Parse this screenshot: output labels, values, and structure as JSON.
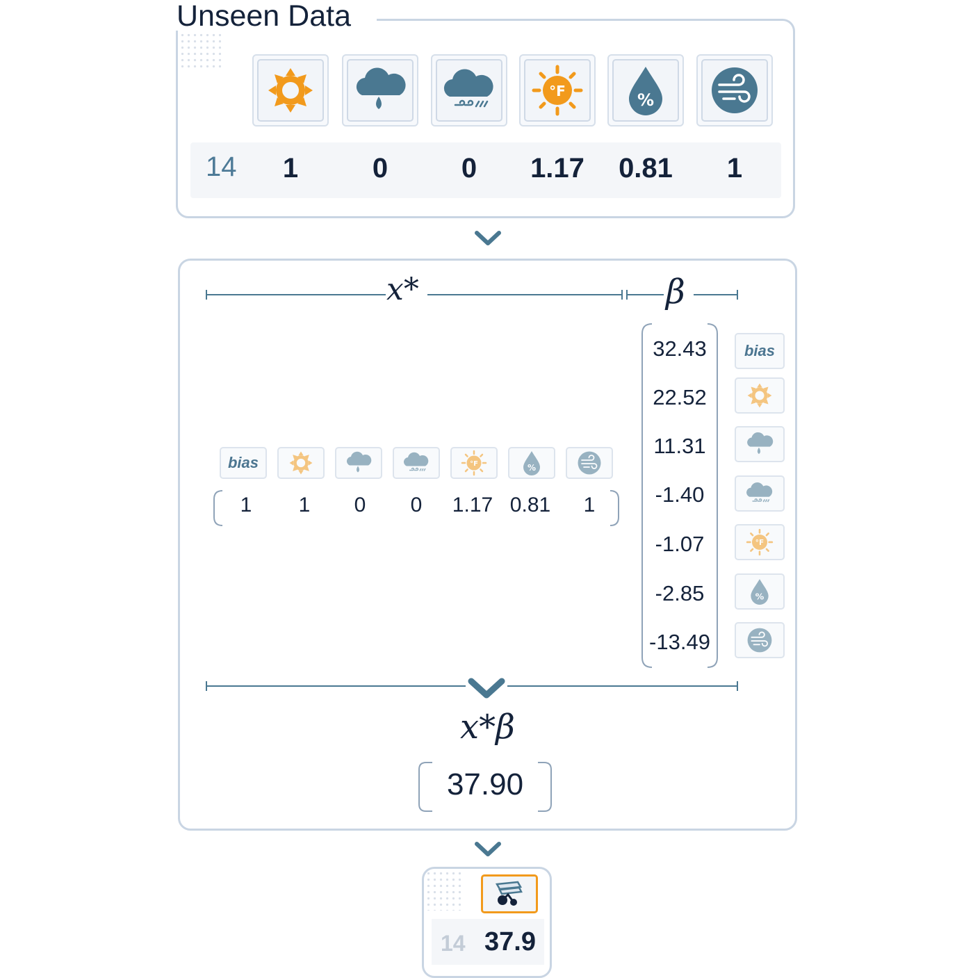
{
  "unseen_panel": {
    "title": "Unseen Data",
    "row_index": "14",
    "features": [
      {
        "icon": "sun-icon",
        "value": "1",
        "color": "#f29a1c"
      },
      {
        "icon": "cloud-rain-icon",
        "value": "0",
        "color": "#4a7891"
      },
      {
        "icon": "cloud-wind-rain-icon",
        "value": "0",
        "color": "#4a7891"
      },
      {
        "icon": "fahrenheit-sun-icon",
        "value": "1.17",
        "color": "#f29a1c"
      },
      {
        "icon": "humidity-drop-icon",
        "value": "0.81",
        "color": "#4a7891"
      },
      {
        "icon": "wind-icon",
        "value": "1",
        "color": "#4a7891"
      }
    ]
  },
  "model_panel": {
    "x_label": "x*",
    "beta_label": "β",
    "product_label": "x*β",
    "bias_label": "bias",
    "x_vector": [
      "1",
      "1",
      "0",
      "0",
      "1.17",
      "0.81",
      "1"
    ],
    "beta_vector": [
      "32.43",
      "22.52",
      "11.31",
      "-1.40",
      "-1.07",
      "-2.85",
      "-13.49"
    ],
    "result": "37.90"
  },
  "output_panel": {
    "row_index": "14",
    "prediction": "37.9",
    "icon": "bike-rental-icon",
    "accent": "#f29a1c"
  }
}
